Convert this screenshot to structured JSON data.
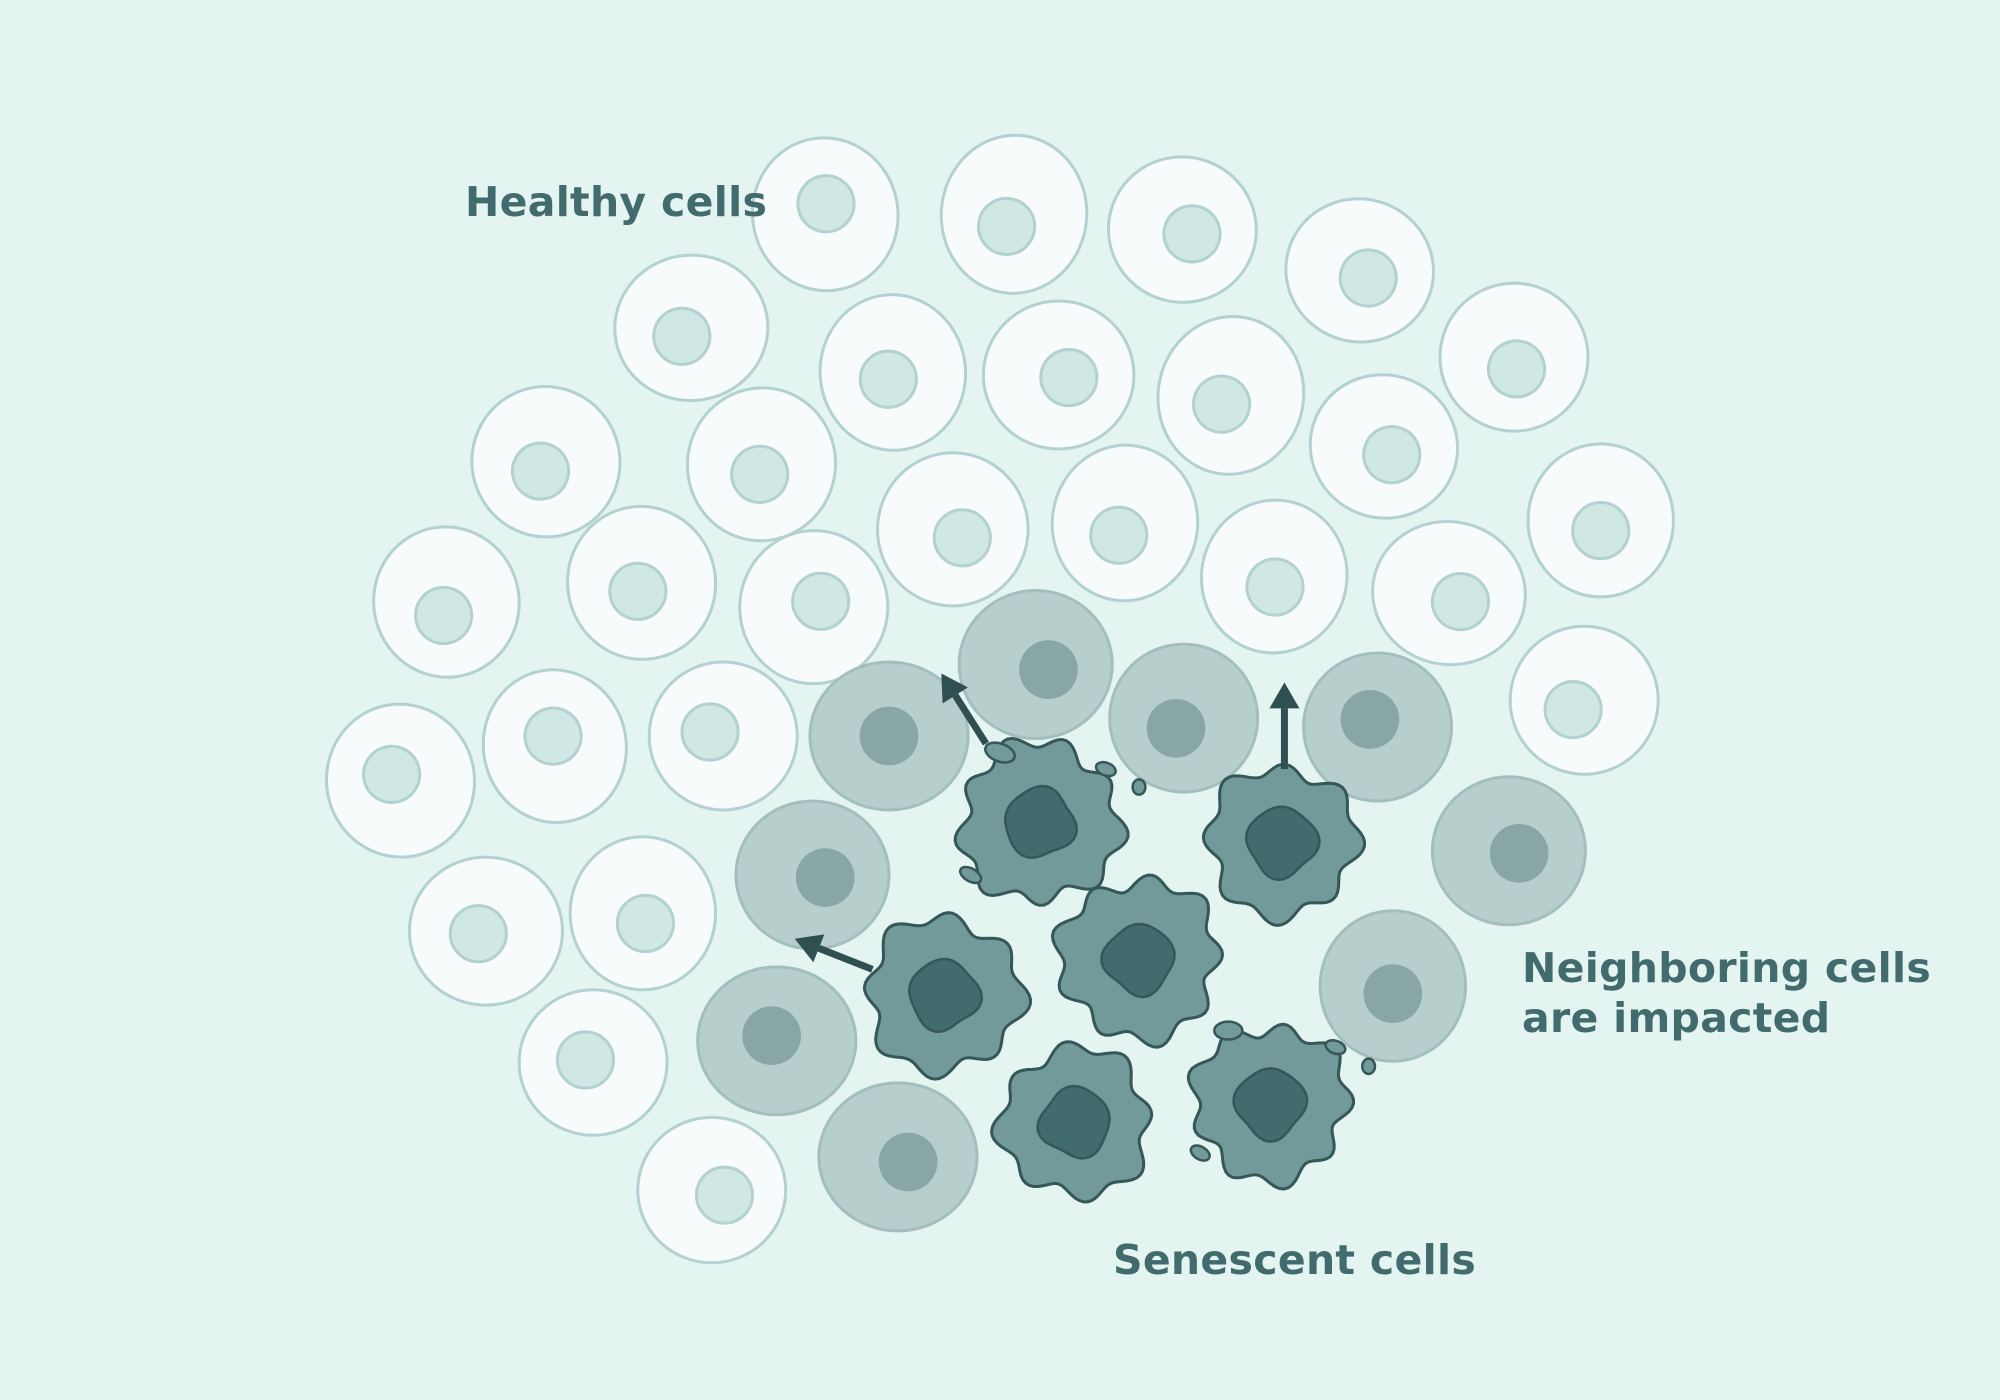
{
  "labels": {
    "healthy": "Healthy cells",
    "neighboring_line1": "Neighboring cells",
    "neighboring_line2": "are impacted",
    "senescent": "Senescent cells"
  },
  "colors": {
    "background": "#e4f4f1",
    "healthy_fill": "#f8fbfb",
    "healthy_stroke": "#b3d1d0",
    "healthy_nucleus": "#cfe8e4",
    "impacted_fill": "#b6cfcd",
    "impacted_stroke": "#a3bfbd",
    "impacted_nucleus": "#88a6a5",
    "senescent_fill": "#729a9b",
    "senescent_stroke": "#355758",
    "senescent_nucleus": "#416b6d",
    "arrow": "#2f4f50",
    "text": "#426b6d"
  }
}
